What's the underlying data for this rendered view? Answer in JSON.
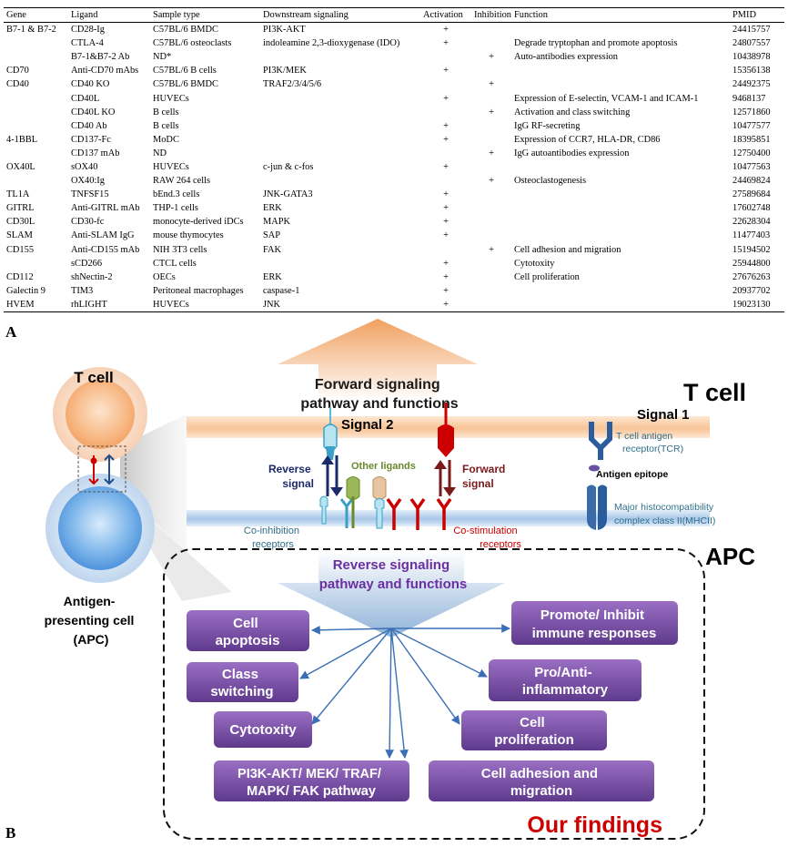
{
  "table": {
    "headers": [
      "Gene",
      "Ligand",
      "Sample type",
      "Downstream signaling",
      "Activation",
      "Inhibition",
      "Function",
      "PMID"
    ],
    "rows": [
      [
        "B7-1 & B7-2",
        "CD28-Ig",
        "C57BL/6 BMDC",
        "PI3K-AKT",
        "+",
        "",
        "",
        "24415757"
      ],
      [
        "",
        "CTLA-4",
        "C57BL/6 osteoclasts",
        "indoleamine 2,3-dioxygenase (IDO)",
        "+",
        "",
        "Degrade tryptophan and promote apoptosis",
        "24807557"
      ],
      [
        "",
        "B7-1&B7-2 Ab",
        "ND*",
        "",
        "",
        "+",
        "Auto-antibodies expression",
        "10438978"
      ],
      [
        "CD70",
        "Anti-CD70 mAbs",
        "C57BL/6 B cells",
        "PI3K/MEK",
        "+",
        "",
        "",
        "15356138"
      ],
      [
        "CD40",
        "CD40 KO",
        "C57BL/6 BMDC",
        "TRAF2/3/4/5/6",
        "",
        "+",
        "",
        "24492375"
      ],
      [
        "",
        "CD40L",
        "HUVECs",
        "",
        "+",
        "",
        "Expression of E-selectin, VCAM-1 and ICAM-1",
        "9468137"
      ],
      [
        "",
        "CD40L KO",
        "B cells",
        "",
        "",
        "+",
        "Activation and class switching",
        "12571860"
      ],
      [
        "",
        "CD40 Ab",
        "B cells",
        "",
        "+",
        "",
        "IgG RF-secreting",
        "10477577"
      ],
      [
        "4-1BBL",
        "CD137-Fc",
        "MoDC",
        "",
        "+",
        "",
        "Expression of CCR7, HLA-DR, CD86",
        "18395851"
      ],
      [
        "",
        "CD137 mAb",
        "ND",
        "",
        "",
        "+",
        "IgG autoantibodies expression",
        "12750400"
      ],
      [
        "OX40L",
        "sOX40",
        "HUVECs",
        "c-jun & c-fos",
        "+",
        "",
        "",
        "10477563"
      ],
      [
        "",
        "OX40:Ig",
        "RAW 264 cells",
        "",
        "",
        "+",
        "Osteoclastogenesis",
        "24469824"
      ],
      [
        "TL1A",
        "TNFSF15",
        "bEnd.3 cells",
        "JNK-GATA3",
        "+",
        "",
        "",
        "27589684"
      ],
      [
        "GITRL",
        "Anti-GITRL mAb",
        "THP-1 cells",
        "ERK",
        "+",
        "",
        "",
        "17602748"
      ],
      [
        "CD30L",
        "CD30-fc",
        "monocyte-derived iDCs",
        "MAPK",
        "+",
        "",
        "",
        "22628304"
      ],
      [
        "SLAM",
        "Anti-SLAM IgG",
        "mouse thymocytes",
        "SAP",
        "+",
        "",
        "",
        "11477403"
      ],
      [
        "CD155",
        "Anti-CD155 mAb",
        "NIH 3T3 cells",
        "FAK",
        "",
        "+",
        "Cell adhesion and migration",
        "15194502"
      ],
      [
        "",
        "sCD266",
        "CTCL cells",
        "",
        "+",
        "",
        "Cytotoxity",
        "25944800"
      ],
      [
        "CD112",
        "shNectin-2",
        "OECs",
        "ERK",
        "+",
        "",
        "Cell proliferation",
        "27676263"
      ],
      [
        "Galectin 9",
        "TIM3",
        "Peritoneal macrophages",
        "caspase-1",
        "+",
        "",
        "",
        "20937702"
      ],
      [
        "HVEM",
        "rhLIGHT",
        "HUVECs",
        "JNK",
        "+",
        "",
        "",
        "19023130"
      ]
    ]
  },
  "panel_labels": {
    "a": "A",
    "b": "B"
  },
  "diagram": {
    "t_cell_label": "T cell",
    "apc_label_lines": [
      "Antigen-",
      "presenting cell",
      "(APC)"
    ],
    "forward_pathway_lines": [
      "Forward signaling",
      "pathway and functions"
    ],
    "t_cell_big": "T cell",
    "apc_big": "APC",
    "signal2": "Signal 2",
    "signal1": "Signal 1",
    "tcr_lines": [
      "T cell antigen",
      "receptor(TCR)"
    ],
    "antigen_epitope": "Antigen epitope",
    "mhc_lines": [
      "Major histocompatibility",
      "complex class II(MHCII)"
    ],
    "reverse_signal_lines": [
      "Reverse",
      "signal"
    ],
    "forward_signal_lines": [
      "Forward",
      "signal"
    ],
    "other_ligands": "Other ligands",
    "coinhibition_lines": [
      "Co-inhibition",
      "receptors"
    ],
    "costimulation_lines": [
      "Co-stimulation",
      "receptors"
    ],
    "reverse_pathway_lines": [
      "Reverse signaling",
      "pathway and functions"
    ],
    "our_findings": "Our findings",
    "functions": [
      [
        "Cell",
        "apoptosis"
      ],
      [
        "Promote/ Inhibit",
        "immune responses"
      ],
      [
        "Class",
        "switching"
      ],
      [
        "Pro/Anti-",
        "inflammatory"
      ],
      [
        "Cytotoxity"
      ],
      [
        "Cell",
        "proliferation"
      ],
      [
        "PI3K-AKT/ MEK/ TRAF/",
        "MAPK/ FAK pathway"
      ],
      [
        "Cell adhesion and",
        "migration"
      ]
    ],
    "colors": {
      "purple_box": "#7a4fa0",
      "purple_text": "#6a2fa0",
      "red": "#cc0000",
      "dark_red": "#7a1a1a",
      "navy": "#1a2a6a",
      "olive": "#6b8a2a",
      "teal": "#2f6f8a",
      "arrow_blue": "#3a6fb5"
    }
  }
}
